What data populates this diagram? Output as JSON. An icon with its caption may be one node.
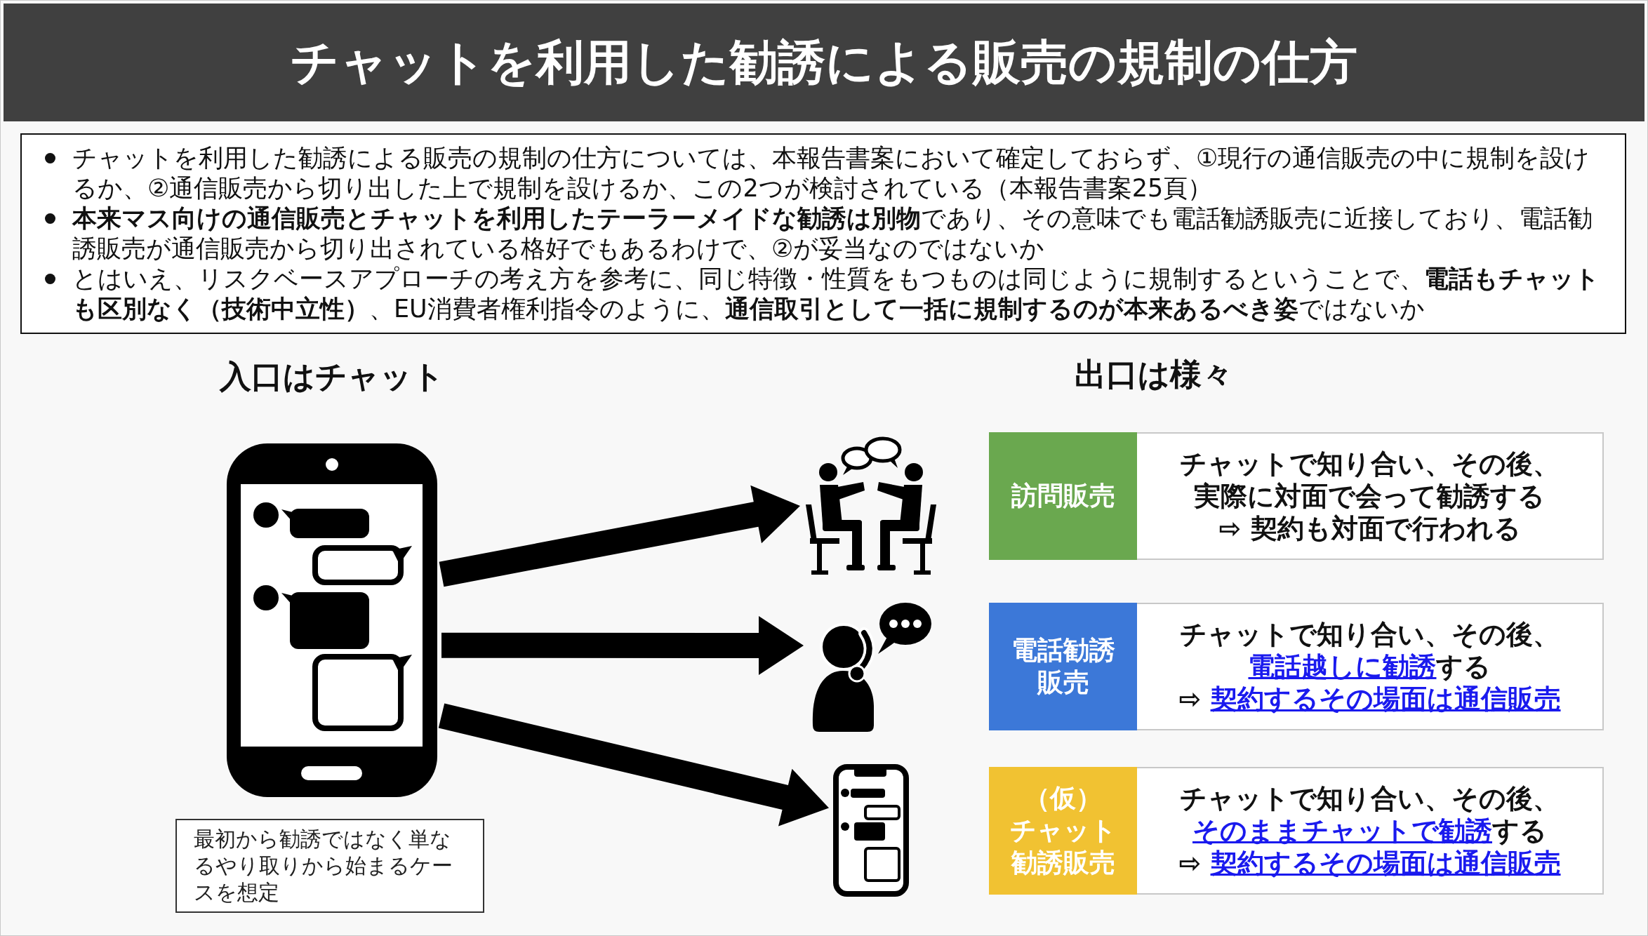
{
  "diagram": {
    "title": "チャットを利用した勧誘による販売の規制の仕方",
    "nodes": [
      {
        "text": [
          "チャットを利用した勧誘による販売の規制の仕方については、本報告書案において確定しておらず、①現行の通信販売の中に規制を設けるか、②通信販売から切り出した上で規制を設けるか、この2つが検討されている（本報告書案25頁）",
          "**本来マス向けの通信販売とチャットを利用したテーラーメイドな勧誘は別物**であり、その意味でも電話勧誘販売に近接しており、電話勧誘販売が通信販売から切り出されている格好でもあるわけで、②が妥当なのではないか",
          "とはいえ、リスクベースアプローチの考え方を参考に、同じ特徴・性質をもつものは同じように規制するということで、**電話もチャットも区別なく（技術中立性）**、EU消費者権利指令のように、**通信取引として一括に規制するのが本来あるべき姿**ではないか"
        ]
      },
      {
        "text": [],
        "shape": "picture"
      },
      {
        "text": [
          "最初から勧誘ではなく単なるやり取りから始まるケースを想定"
        ]
      },
      {
        "text": [],
        "shape": "picture"
      },
      {
        "text": [
          "訪問販売"
        ]
      },
      {
        "text": [
          "チャットで知り合い、その後、実際に対面で会って勧誘する⇨ 契約も対面で行われる"
        ]
      },
      {
        "text": [],
        "shape": "picture"
      },
      {
        "text": [
          "電話勧誘販売"
        ]
      },
      {
        "text": [
          "チャットで知り合い、その後、**電話越しに勧誘**する⇨ **契約するその場面は通信販売**"
        ]
      },
      {
        "text": [],
        "shape": "picture"
      },
      {
        "text": [
          "（仮）チャット勧誘販売"
        ]
      },
      {
        "text": [
          "チャットで知り合い、その後、**そのままチャットで勧誘**する⇨ **契約するその場面は通信販売**"
        ]
      }
    ],
    "edges": [
      {
        "from": 1,
        "to": 3,
        "arrow": "to",
        "style": "thick"
      },
      {
        "from": 1,
        "to": 6,
        "arrow": "to",
        "style": "thick"
      },
      {
        "from": 1,
        "to": 9,
        "arrow": "to",
        "style": "thick"
      }
    ],
    "labels": [
      "入口はチャット",
      "出口は様々"
    ]
  }
}
